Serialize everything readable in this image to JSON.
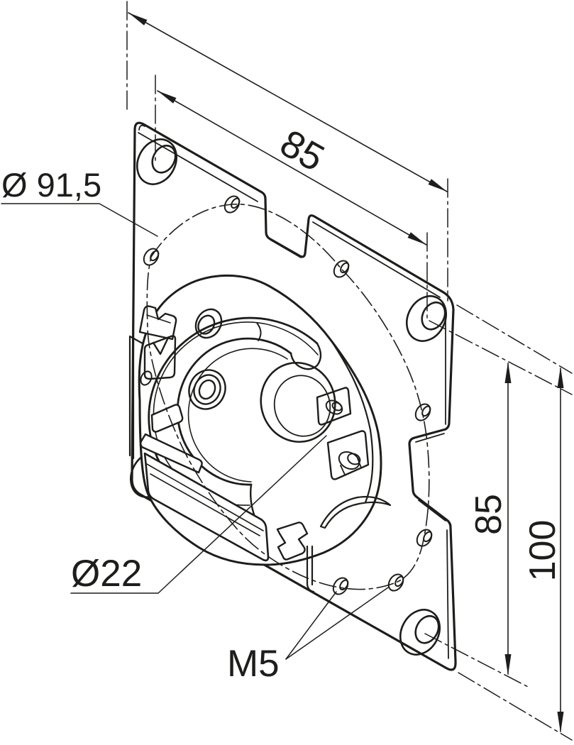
{
  "drawing": {
    "kind": "technical-dimension-drawing",
    "dimensions": {
      "top_hole_spacing": "85",
      "side_hole_spacing": "85",
      "side_overall": "100",
      "bolt_circle_diameter": "Ø 91,5",
      "center_bore_diameter": "Ø22",
      "screw_thread": "M5"
    },
    "colors": {
      "line": "#1d1d1b",
      "background": "#ffffff"
    }
  }
}
